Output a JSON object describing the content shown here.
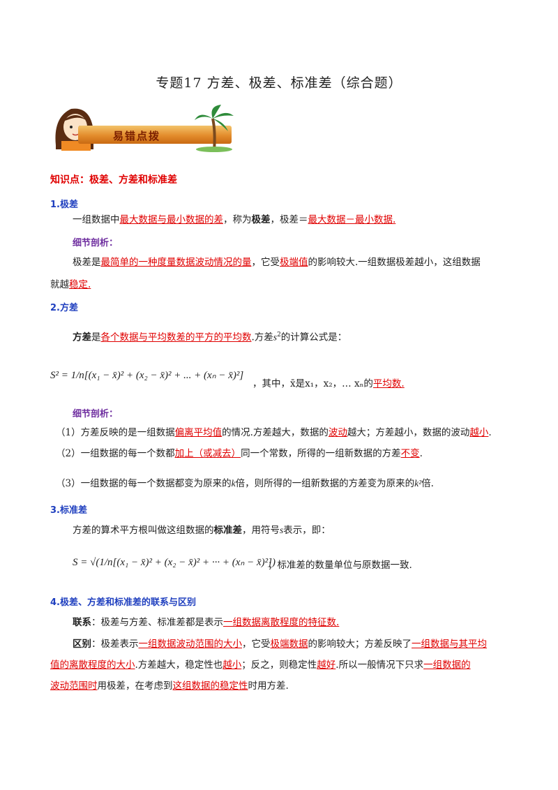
{
  "title": "专题17  方差、极差、标准差（综合题）",
  "banner": {
    "label": "易错点拨"
  },
  "knowledge_heading": "知识点：极差、方差和标准差",
  "s1": {
    "heading": "1.极差",
    "p1_a": "一组数据中",
    "p1_u1": "最大数据与最小数据的差",
    "p1_b": "，称为",
    "p1_bold": "极差",
    "p1_c": "，极差＝",
    "p1_u2": "最大数据－最小数据.",
    "detail": "细节剖析：",
    "p2_a": "极差是",
    "p2_u1": "最简单的一种度量数据波动情况的量",
    "p2_b": "，它受",
    "p2_u2": "极端值",
    "p2_c": "的影响较大.一组数据极差越小，这组数据",
    "p3_a": "就越",
    "p3_u": "稳定."
  },
  "s2": {
    "heading": "2.方差",
    "p1_bold": "方差",
    "p1_a": "是",
    "p1_u": "各个数据与平均数差的平方的平均数",
    "p1_b": ".方差",
    "p1_sym": "s",
    "p1_c": "的计算公式是：",
    "formula": "S² = 1/n[(x₁ − x̄)² + (x₂ − x̄)² + ... + (xₙ − x̄)²]",
    "f_after_a": "，其中，",
    "f_xbar": "x̄",
    "f_is": "是",
    "f_xs": "x₁，x₂，… xₙ",
    "f_of": "的",
    "f_u": "平均数.",
    "detail": "细节剖析：",
    "d1_a": "（1）方差反映的是一组数据",
    "d1_u1": "偏离平均值",
    "d1_b": "的情况.方差越大，数据的",
    "d1_u2": "波动",
    "d1_c": "越大；方差越小，数据的波动",
    "d1_u3": "越小",
    "d1_d": ".",
    "d2_a": "（2）一组数据的每一个数都",
    "d2_u1": "加上（或减去）",
    "d2_b": "同一个常数，所得的一组新数据的方差",
    "d2_u2": "不变",
    "d2_c": ".",
    "d3_a": "（3）一组数据的每一个数据都变为原来的",
    "d3_k": "k",
    "d3_b": "倍，则所得的一组新数据的方差变为原来的",
    "d3_k2": "k²",
    "d3_c": "倍."
  },
  "s3": {
    "heading": "3.标准差",
    "p1_a": "方差的算术平方根叫做这组数据的",
    "p1_bold": "标准差",
    "p1_b": "，用符号",
    "p1_sym": "s",
    "p1_c": "表示，即：",
    "formula": "S = √(1/n[(x₁ − x̄)² + (x₂ − x̄)² + ··· + (xₙ − x̄)²])",
    "f_after": "；标准差的数量单位与原数据一致."
  },
  "s4": {
    "heading": "4.极差、方差和标准差的联系与区别",
    "l_bold": "联系",
    "l_a": "：极差与方差、标准差都是表示",
    "l_u": "一组数据离散程度的特征数.",
    "d_bold": "区别",
    "d_a": "：极差表示",
    "d_u1": "一组数据波动范围的大小",
    "d_b": "，它受",
    "d_u2": "极端数据",
    "d_c": "的影响较大；方差反映了",
    "d_u3": "一组数据与其平均",
    "d2_u3": "值的离散程度的大小",
    "d2_a": ".方差越大，稳定性也",
    "d2_u4": "越小",
    "d2_b": "；反之，则稳定性",
    "d2_u5": "越好",
    "d2_c": ".所以一般情况下只求",
    "d2_u6": "一组数据的",
    "d3_u6": "波动范围时",
    "d3_a": "用极差，在考虑到",
    "d3_u7": "这组数据的稳定性",
    "d3_b": "时用方差."
  }
}
